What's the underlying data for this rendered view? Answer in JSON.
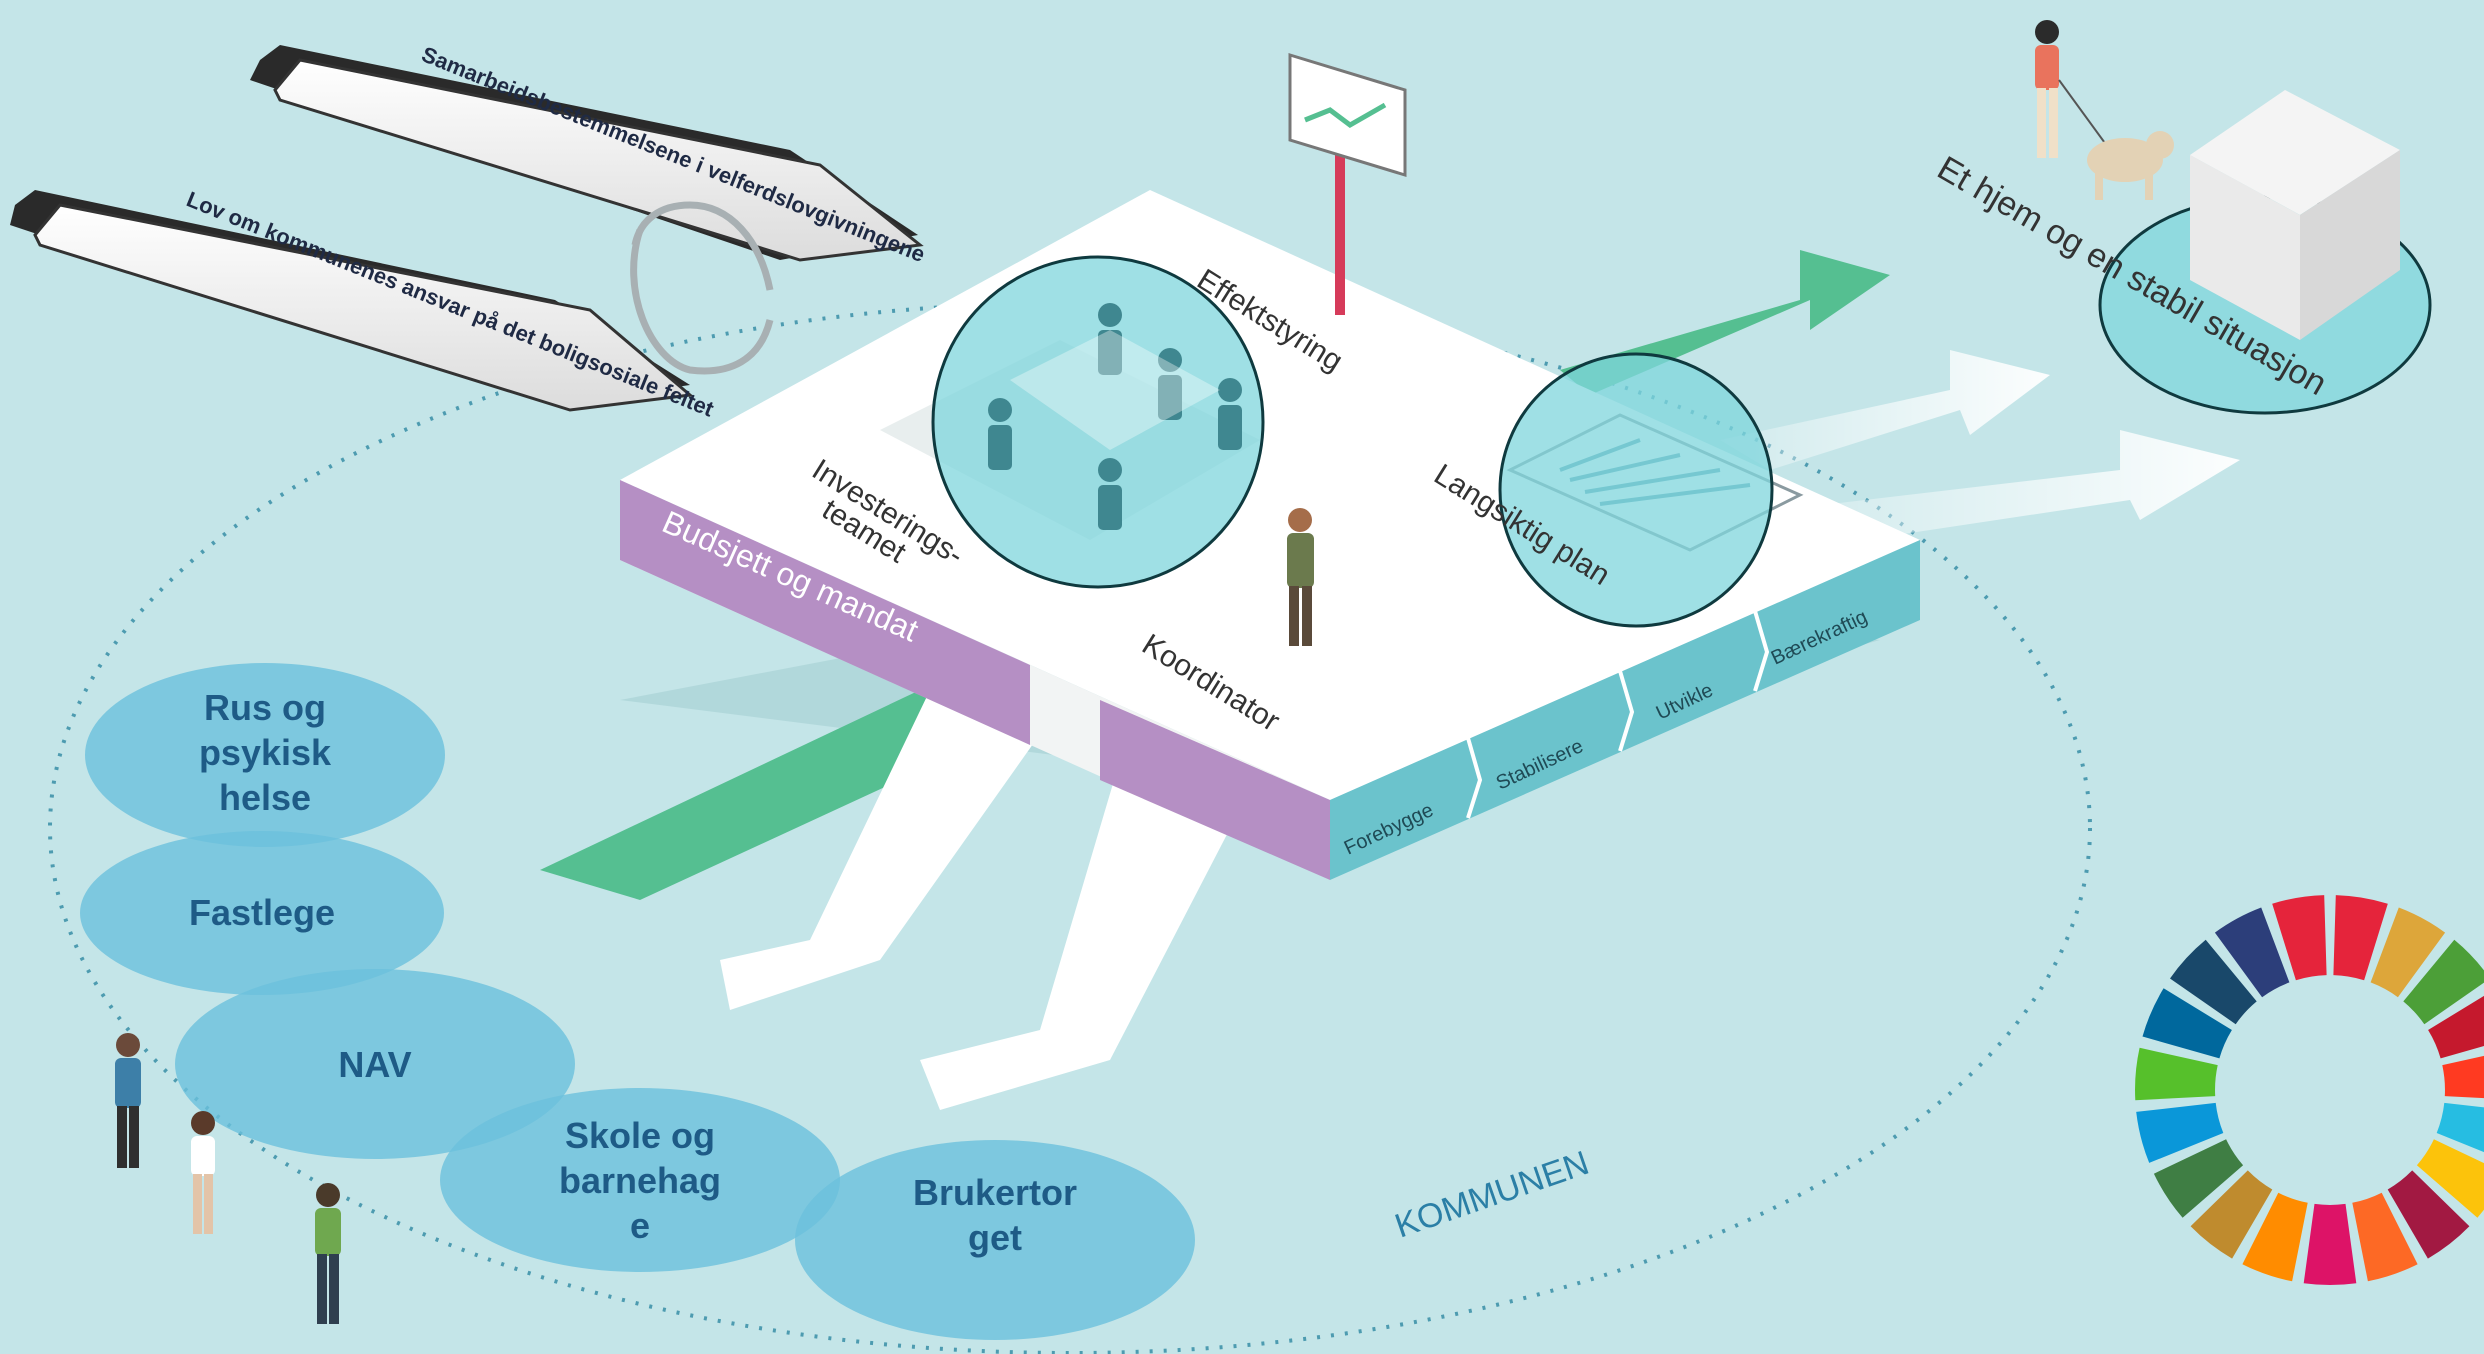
{
  "signs": {
    "top": "Samarbeidsbestemmelsene i velferdslovgivningene",
    "bottom": "Lov om kommunenes ansvar på det boligsosiale feltet"
  },
  "platform": {
    "effektstyring": "Effektstyring",
    "investeringsteamet_line1": "Investerings-",
    "investeringsteamet_line2": "teamet",
    "langsiktig_plan": "Langsiktig plan",
    "koordinator": "Koordinator",
    "budsjett": "Budsjett og mandat"
  },
  "steps": [
    "Forebygge",
    "Stabilisere",
    "Utvikle",
    "Bærekraftig"
  ],
  "goal": "Et hjem og en stabil situasjon",
  "kommunen": "KOMMUNEN",
  "services": {
    "rus": [
      "Rus og",
      "psykisk",
      "helse"
    ],
    "fastlege": [
      "Fastlege"
    ],
    "nav": [
      "NAV"
    ],
    "skole": [
      "Skole og",
      "barnehag",
      "e"
    ],
    "brukertorget": [
      "Brukertor",
      "get"
    ]
  },
  "colors": {
    "background": "#c4e5e8",
    "platform_side": "#6bc3cc",
    "budsjett_side": "#b58fc4",
    "green_arrow": "#55bf91",
    "service_bubble": "#6cc0dc",
    "highlight_circle": "#7fd6dc",
    "sdg_wheel": [
      "#e5243b",
      "#dda63a",
      "#4c9f38",
      "#c5192d",
      "#ff3a21",
      "#26bde2",
      "#fcc30b",
      "#a21942",
      "#fd6925",
      "#dd1367",
      "#ff8c00",
      "#bf8b2e",
      "#3f7e44",
      "#0a97d9",
      "#56c02b",
      "#00689d",
      "#19486a",
      "#2c3e7a",
      "#e5243b"
    ]
  },
  "icons": [
    "cycle-arrows-icon",
    "chart-signpost-icon",
    "house-icon",
    "person-with-dog-icon",
    "people-icon",
    "sdg-wheel-icon"
  ]
}
